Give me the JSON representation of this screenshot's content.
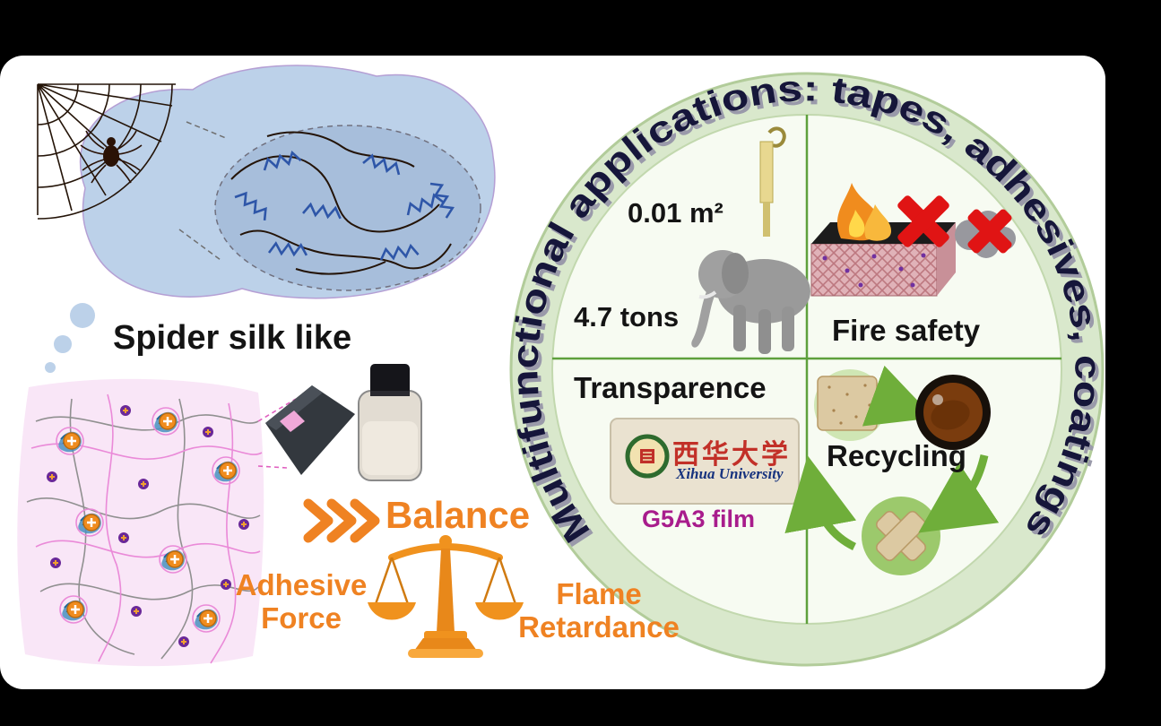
{
  "colors": {
    "background": "#000000",
    "canvas": "#ffffff",
    "blob_blue": "#bcd1e9",
    "inner_blue": "#a7bedb",
    "panel_pink": "#f9e6f7",
    "accent_orange": "#ef8222",
    "ring_green": "#d9e8cc",
    "divider_green": "#5ea03c",
    "curved_title_color": "#16163a",
    "magenta": "#a81c8c",
    "prohibit_red": "#e01414"
  },
  "icons": {
    "triple_chevron": "»»»",
    "red_cross": "✕",
    "plus_node": "+"
  },
  "left_panel": {
    "spider_silk_label": "Spider silk like",
    "balance_label": "Balance",
    "adhesive_label_line1": "Adhesive",
    "adhesive_label_line2": "Force",
    "flame_label_line1": "Flame",
    "flame_label_line2": "Retardance"
  },
  "ring": {
    "curved_title": "Multifunctional applications: tapes, adhesives, coatings"
  },
  "quadrant_weight": {
    "area_label": "0.01 m²",
    "weight_label": "4.7 tons"
  },
  "quadrant_fire": {
    "label": "Fire safety"
  },
  "quadrant_transparence": {
    "label": "Transparence",
    "logo_cn": "西华大学",
    "logo_en": "Xihua University",
    "film_label": "G5A3 film"
  },
  "quadrant_recycle": {
    "label": "Recycling"
  }
}
